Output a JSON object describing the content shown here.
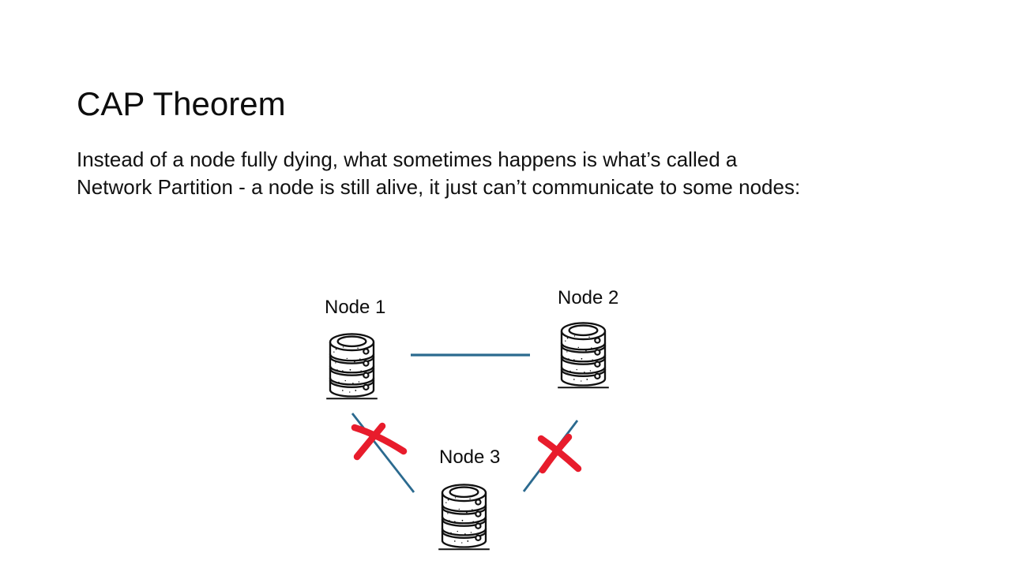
{
  "slide": {
    "title": "CAP Theorem",
    "body": {
      "lines": [
        "Instead of a node fully dying, what sometimes happens is what’s called a",
        "Network Partition - a node is still alive, it just can’t communicate to some nodes:"
      ]
    },
    "diagram": {
      "nodes": [
        {
          "label": "Node 1",
          "icon": "database-icon"
        },
        {
          "label": "Node 2",
          "icon": "database-icon"
        },
        {
          "label": "Node 3",
          "icon": "database-icon"
        }
      ],
      "connections": [
        {
          "from": "Node 1",
          "to": "Node 2",
          "status": "connected"
        },
        {
          "from": "Node 1",
          "to": "Node 3",
          "status": "broken"
        },
        {
          "from": "Node 2",
          "to": "Node 3",
          "status": "broken"
        }
      ],
      "colors": {
        "connector": "#2B6A8F",
        "broken_x": "#E81C2C",
        "icon_outline": "#111111"
      }
    }
  }
}
